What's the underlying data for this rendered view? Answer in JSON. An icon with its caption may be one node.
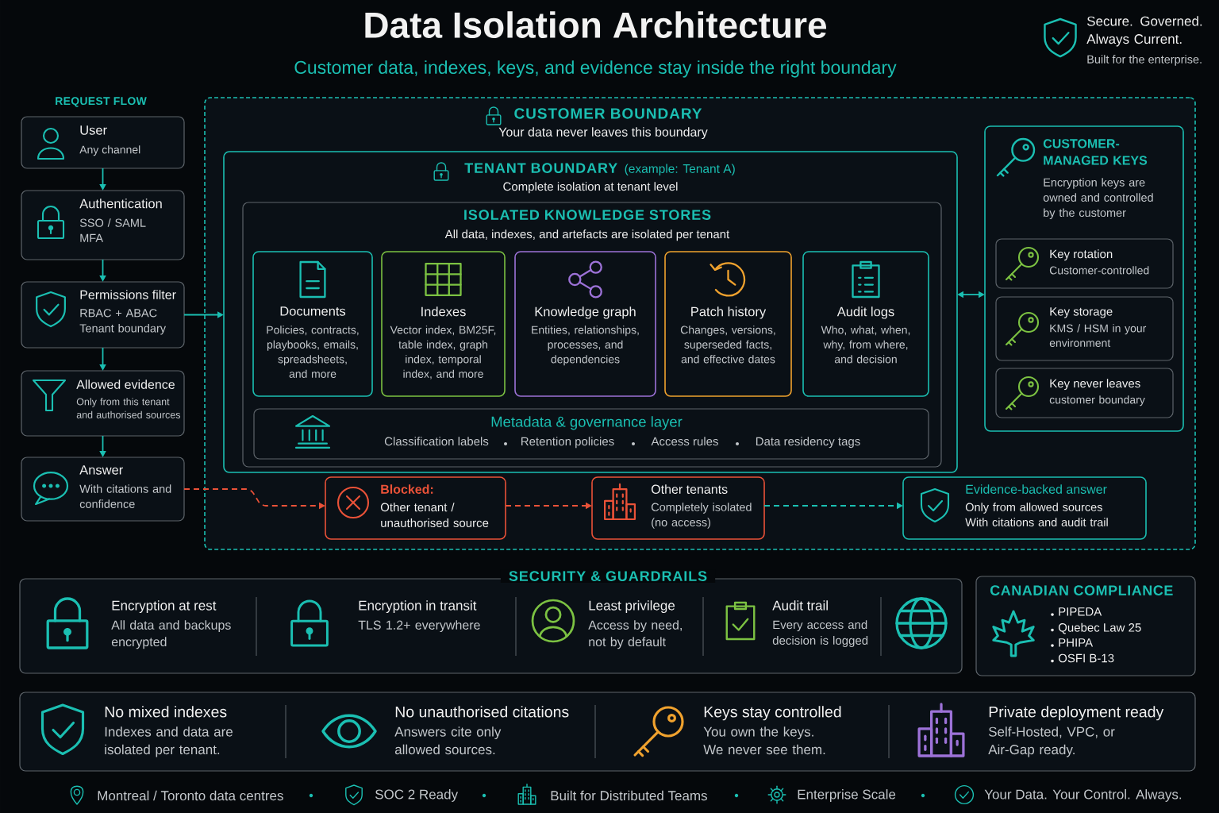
{
  "diagram": {
    "title": "Data Isolation Architecture",
    "nodes": [
      {
        "text": [
          "User",
          "Any channel"
        ]
      },
      {
        "text": [
          "Authentication",
          "SSO / SAML MFA"
        ]
      },
      {
        "text": [
          "Permissions filter",
          "RBAC + ABAC Tenant boundary"
        ]
      },
      {
        "text": [
          "Allowed evidence",
          "Only from this tenant and authorised sources"
        ]
      },
      {
        "text": [
          "Answer",
          "With citations and confidence"
        ]
      },
      {
        "text": [
          "CUSTOMER BOUNDARY",
          "Your data never leaves this boundary"
        ]
      },
      {
        "text": [
          "TENANT BOUNDARY",
          "(example: Tenant A)",
          "Complete isolation at tenant level"
        ],
        "in": 5
      },
      {
        "text": [
          "ISOLATED KNOWLEDGE STORES",
          "All data, indexes, and artefacts are isolated per tenant"
        ],
        "in": 6
      },
      {
        "text": [
          "Documents",
          "Policies, contracts, playbooks, emails, spreadsheets, and more"
        ],
        "in": 7
      },
      {
        "text": [
          "Indexes",
          "Vector index, BM25F, table index, graph index, temporal index, and more"
        ],
        "in": 7
      },
      {
        "text": [
          "Knowledge graph",
          "Entities, relationships, processes, and dependencies"
        ],
        "in": 7
      },
      {
        "text": [
          "Patch history",
          "Changes, versions, superseded facts, and effective dates"
        ],
        "in": 7
      },
      {
        "text": [
          "Audit logs",
          "Who, what, when, why, from where, and decision"
        ],
        "in": 7
      },
      {
        "text": [
          "Metadata & governance layer",
          "Classification labels",
          "Retention policies",
          "Access rules",
          "Data residency tags"
        ],
        "in": 7
      },
      {
        "text": [
          "CUSTOMER-MANAGED KEYS",
          "Encryption keys are owned and controlled by the customer"
        ],
        "in": 5
      },
      {
        "text": [
          "Key rotation",
          "Customer-controlled"
        ],
        "in": 14
      },
      {
        "text": [
          "Key storage",
          "KMS / HSM in your environment"
        ],
        "in": 14
      },
      {
        "text": [
          "Key never leaves",
          "customer boundary"
        ],
        "in": 14
      },
      {
        "text": [
          "Blocked:",
          "Other tenant / unauthorised source"
        ],
        "in": 5
      },
      {
        "text": [
          "Other tenants",
          "Completely isolated (no access)"
        ],
        "in": 5
      },
      {
        "text": [
          "Evidence-backed answer",
          "Only from allowed sources With citations and audit trail"
        ],
        "in": 5
      },
      {
        "text": [
          "SECURITY & GUARDRAILS",
          "Encryption at rest",
          "All data and backups encrypted",
          "Encryption in transit",
          "TLS 1.2+ everywhere",
          "Least privilege",
          "Access by need, not by default",
          "Audit trail",
          "Every access and decision is logged"
        ]
      },
      {
        "text": [
          "CANADIAN COMPLIANCE",
          "PIPEDA",
          "Quebec Law 25",
          "PHIPA",
          "OSFI B-13"
        ]
      },
      {
        "text": [
          "No mixed indexes",
          "Indexes and data are isolated per tenant.",
          "No unauthorised citations",
          "Answers cite only allowed sources.",
          "Keys stay controlled",
          "You own the keys. We never see them.",
          "Private deployment ready",
          "Self-Hosted, VPC, or Air-Gap ready."
        ]
      }
    ],
    "edges": [
      {
        "from": 0,
        "to": 1,
        "arrow": "to"
      },
      {
        "from": 1,
        "to": 2,
        "arrow": "to"
      },
      {
        "from": 2,
        "to": 3,
        "arrow": "to"
      },
      {
        "from": 3,
        "to": 4,
        "arrow": "to"
      },
      {
        "from": 2,
        "to": 6,
        "arrow": "to"
      },
      {
        "from": 6,
        "to": 14,
        "arrow": "both"
      },
      {
        "from": 4,
        "to": 18,
        "arrow": "to",
        "style": "dashed",
        "color": "#ea5238"
      },
      {
        "from": 18,
        "to": 19,
        "arrow": "to",
        "style": "dashed",
        "color": "#ea5238"
      },
      {
        "from": 19,
        "to": 20,
        "arrow": "to",
        "style": "dashed"
      }
    ],
    "labels": [
      "Customer data, indexes, keys, and evidence stay inside the right boundary",
      "Secure. Governed. Always Current.",
      "Built for the enterprise.",
      "REQUEST FLOW",
      "Montreal / Toronto data centres",
      "SOC 2 Ready",
      "Built for Distributed Teams",
      "Enterprise Scale",
      "Your Data. Your Control. Always."
    ]
  }
}
